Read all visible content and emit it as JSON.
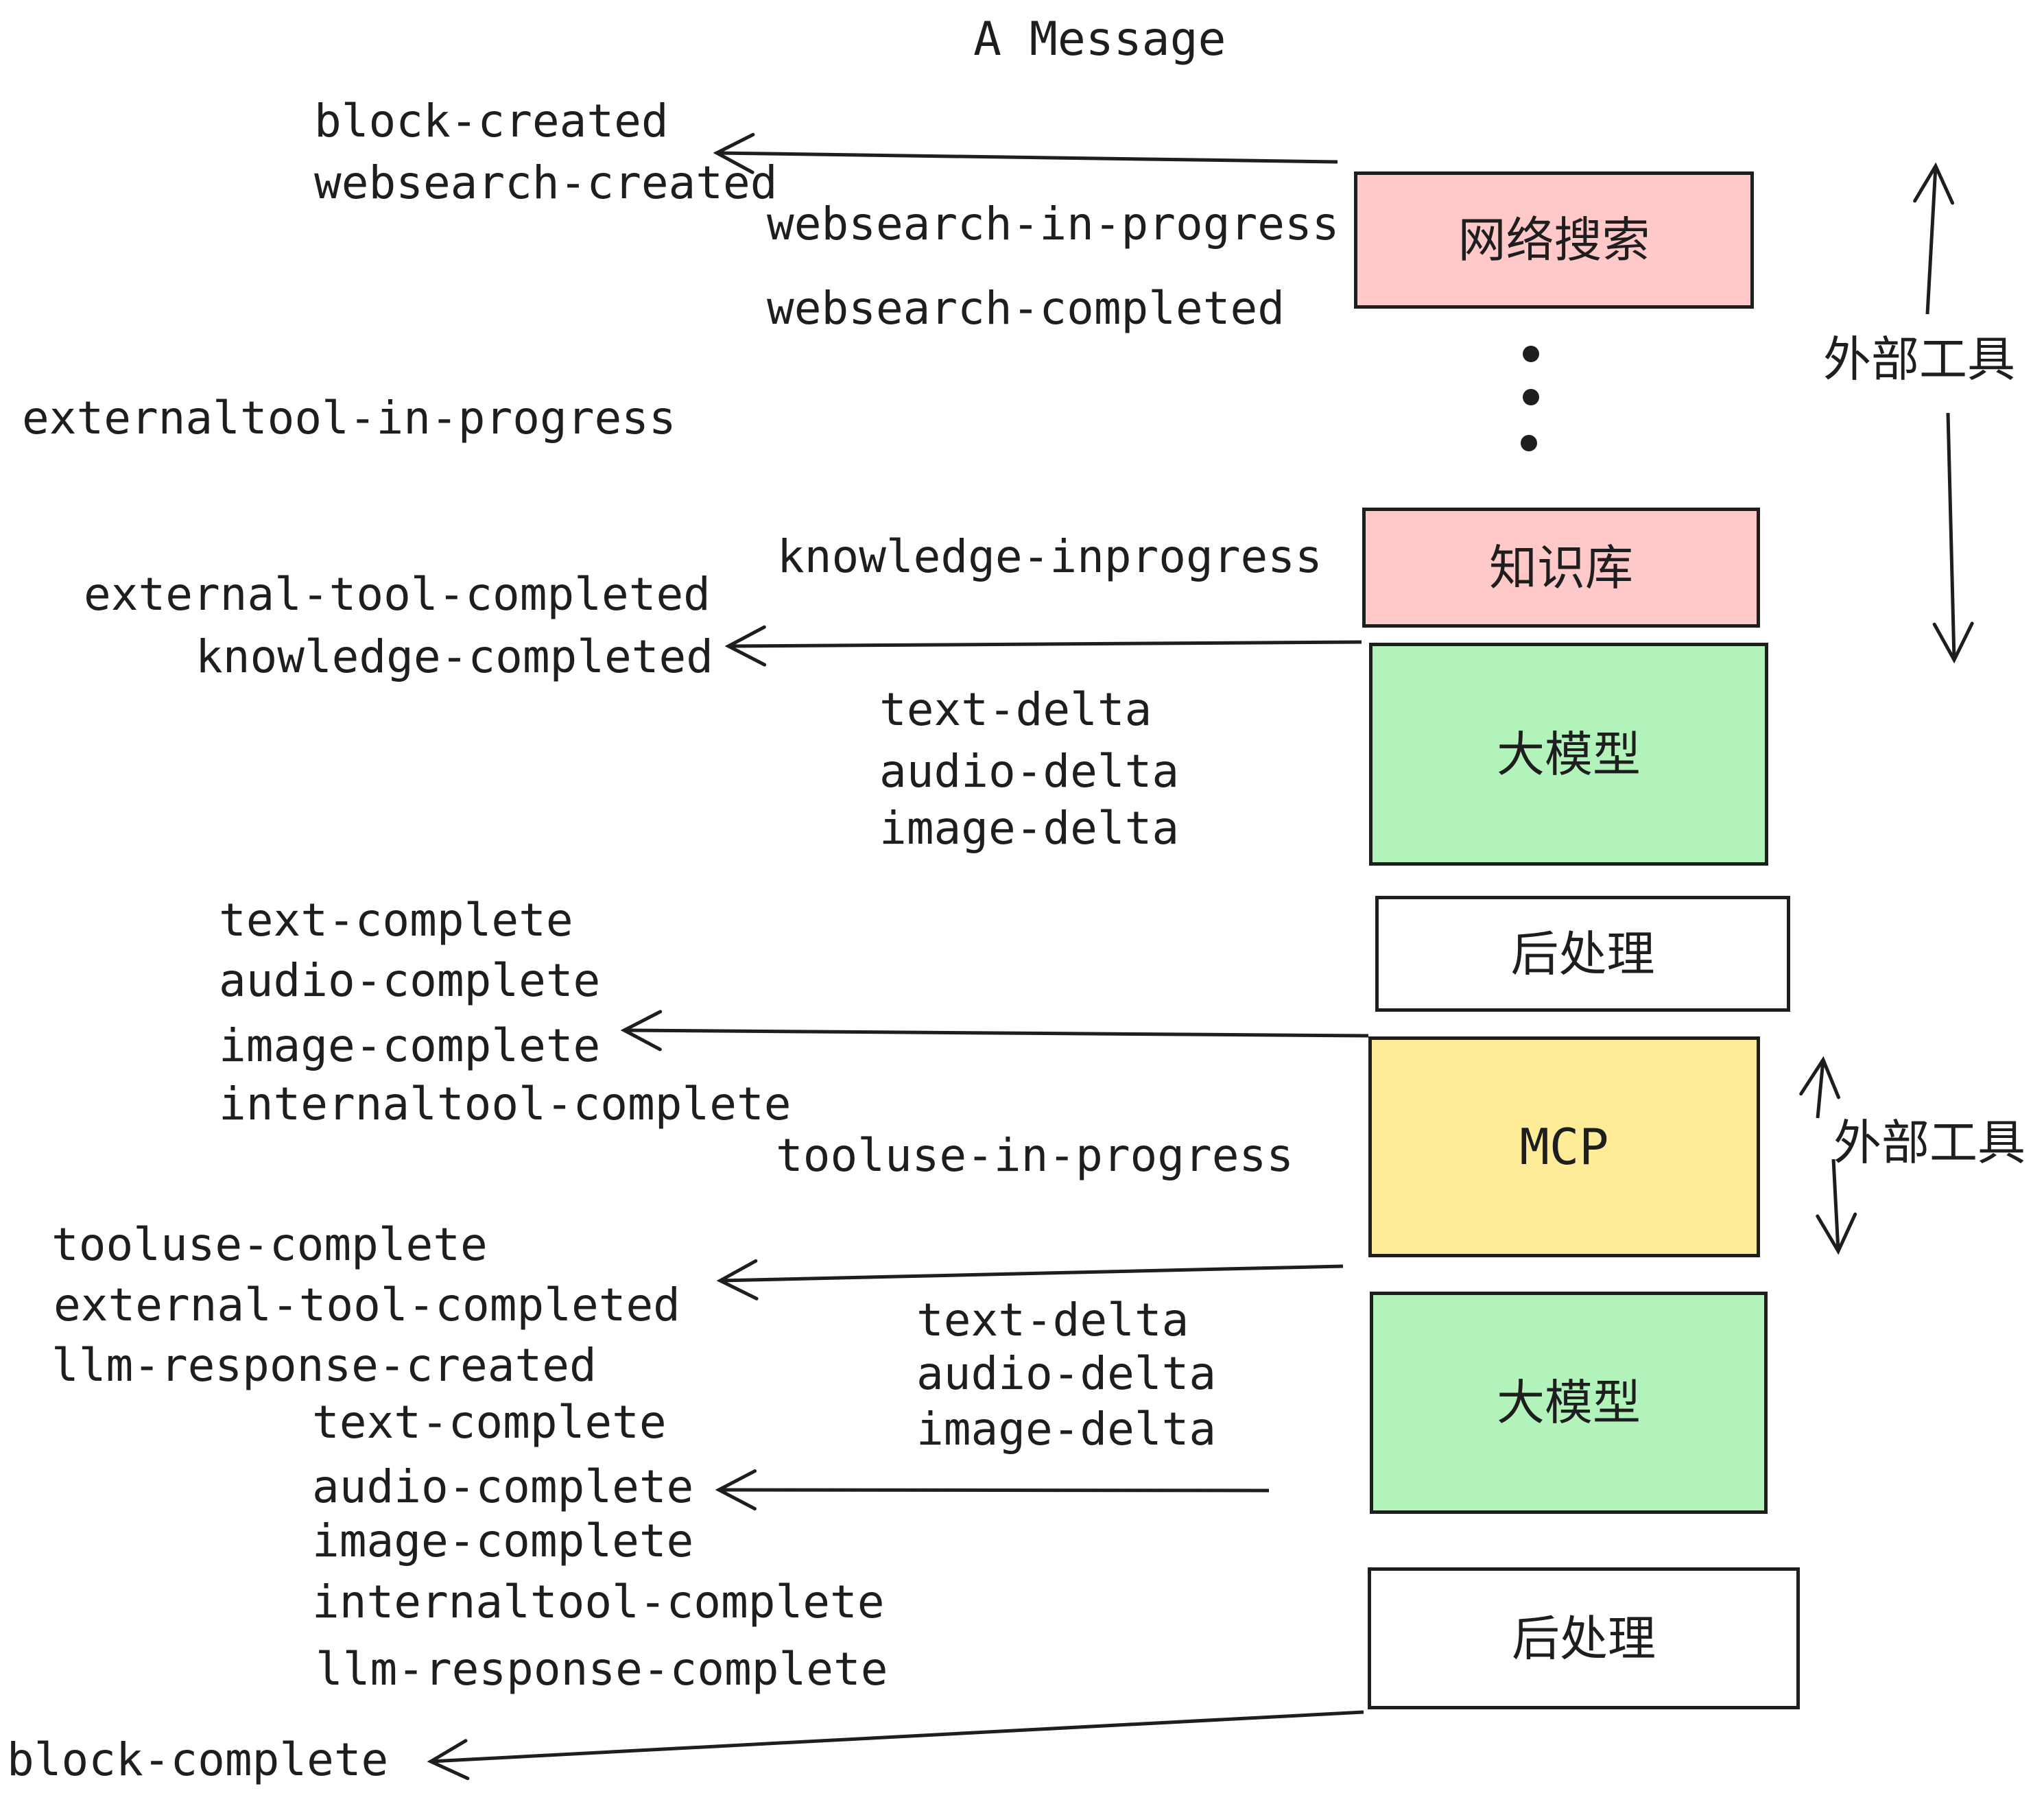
{
  "title": "A Message",
  "boxes": {
    "websearch": {
      "label": "网络搜索",
      "fill": "#ffc9c9"
    },
    "knowledge": {
      "label": "知识库",
      "fill": "#ffc9c9"
    },
    "llm1": {
      "label": "大模型",
      "fill": "#b2f2bb"
    },
    "post1": {
      "label": "后处理",
      "fill": "#ffffff"
    },
    "mcp": {
      "label": "MCP",
      "fill": "#ffec99"
    },
    "llm2": {
      "label": "大模型",
      "fill": "#b2f2bb"
    },
    "post2": {
      "label": "后处理",
      "fill": "#ffffff"
    }
  },
  "side_labels": {
    "external_tools_top": "外部工具",
    "external_tools_mid": "外部工具"
  },
  "events": {
    "block_created": "block-created",
    "websearch_created": "websearch-created",
    "websearch_in_progress": "websearch-in-progress",
    "websearch_completed": "websearch-completed",
    "externaltool_in_progress": "externaltool-in-progress",
    "knowledge_inprogress": "knowledge-inprogress",
    "external_tool_completed_1": "external-tool-completed",
    "knowledge_completed": "knowledge-completed",
    "text_delta_1": "text-delta",
    "audio_delta_1": "audio-delta",
    "image_delta_1": "image-delta",
    "text_complete_1": "text-complete",
    "audio_complete_1": "audio-complete",
    "image_complete_1": "image-complete",
    "internaltool_complete_1": "internaltool-complete",
    "tooluse_in_progress": "tooluse-in-progress",
    "tooluse_complete": "tooluse-complete",
    "external_tool_completed_2": "external-tool-completed",
    "llm_response_created": "llm-response-created",
    "text_delta_2": "text-delta",
    "audio_delta_2": "audio-delta",
    "image_delta_2": "image-delta",
    "text_complete_2": "text-complete",
    "audio_complete_2": "audio-complete",
    "image_complete_2": "image-complete",
    "internaltool_complete_2": "internaltool-complete",
    "llm_response_complete": "llm-response-complete",
    "block_complete": "block-complete"
  },
  "colors": {
    "ink": "#1e1e1e",
    "pink": "#ffc9c9",
    "green": "#b2f2bb",
    "yellow": "#ffec99",
    "white": "#ffffff"
  }
}
